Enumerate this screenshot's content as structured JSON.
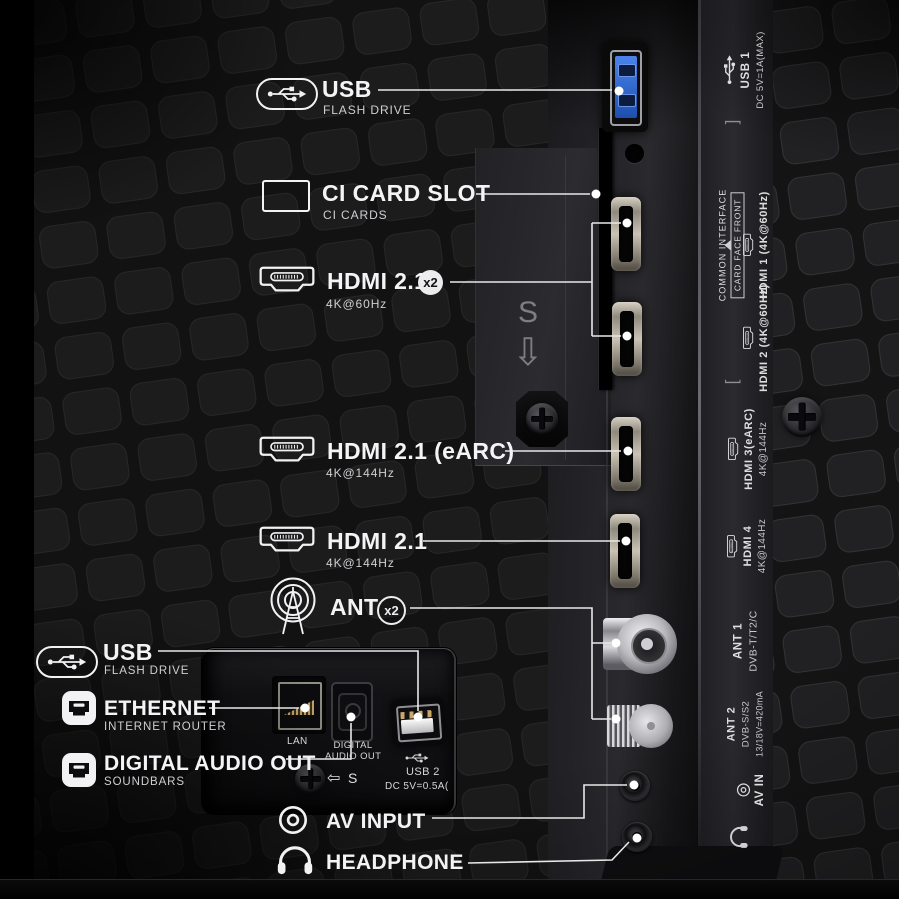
{
  "callouts": [
    {
      "label": "USB",
      "sub": "FLASH DRIVE"
    },
    {
      "label": "CI CARD SLOT",
      "sub": "CI CARDS"
    },
    {
      "label": "HDMI 2.1",
      "badge": "x2",
      "sub": "4K@60Hz"
    },
    {
      "label": "HDMI 2.1 (eARC)",
      "sub": "4K@144Hz"
    },
    {
      "label": "HDMI 2.1",
      "sub": "4K@144Hz"
    },
    {
      "label": "ANT",
      "badge": "x2"
    },
    {
      "label": "USB",
      "sub": "FLASH DRIVE"
    },
    {
      "label": "ETHERNET",
      "sub": "INTERNET ROUTER"
    },
    {
      "label": "DIGITAL AUDIO OUT",
      "sub": "SOUNDBARS"
    },
    {
      "label": "AV INPUT"
    },
    {
      "label": "HEADPHONE"
    }
  ],
  "panel": {
    "usb1": {
      "name": "USB 1",
      "power": "DC 5V=1A(MAX)"
    },
    "ci": {
      "line1": "COMMON INTERFACE",
      "line2": "CARD FACE FRONT"
    },
    "hdmi1": "HDMI 1 (4K@60Hz)",
    "hdmi2": "HDMI 2 (4K@60Hz)",
    "hdmi3": {
      "name": "HDMI 3(eARC)",
      "spec": "4K@144Hz"
    },
    "hdmi4": {
      "name": "HDMI 4",
      "spec": "4K@144Hz"
    },
    "ant1": {
      "name": "ANT 1",
      "spec": "DVB-T/T2/C"
    },
    "ant2": {
      "name": "ANT 2",
      "spec": "DVB-S/S2",
      "power": "13/18V=420mA"
    },
    "av_in": "AV IN"
  },
  "bay": {
    "lan": "LAN",
    "optical1": "DIGITAL",
    "optical2": "AUDIO OUT",
    "usb2": "USB 2",
    "usb2_power": "DC 5V=0.5A("
  },
  "marks": {
    "s_upper": "S",
    "arrow_down": "⇩",
    "arrow_left": "⇦",
    "s_bay": "S",
    "bracket_close": "]",
    "bracket_open": "["
  },
  "colors": {
    "usb3_blue": "#2b6be0",
    "label_white": "#f4f4f6",
    "leader_line": "#e8e8e8",
    "metal": "#c9c9cd",
    "backplate": "#161617"
  }
}
